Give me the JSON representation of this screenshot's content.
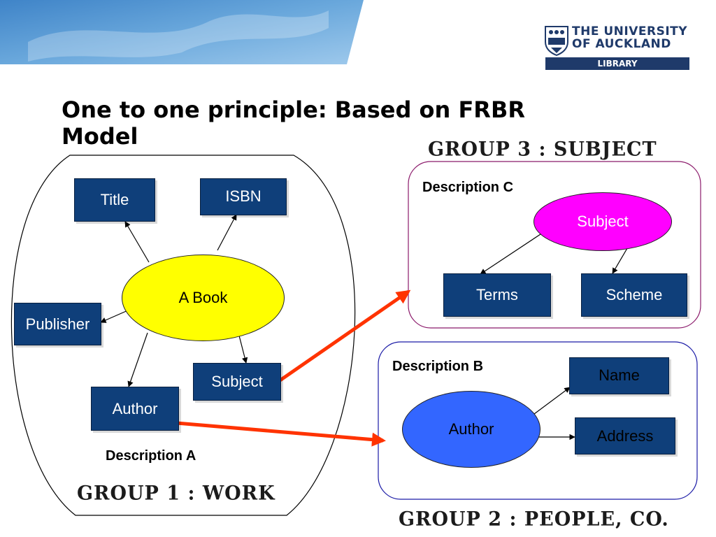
{
  "slide": {
    "title": "One to one principle: Based on FRBR Model"
  },
  "logo": {
    "line1": "THE UNIVERSITY",
    "line2": "OF AUCKLAND",
    "line3": "LIBRARY"
  },
  "groups": {
    "work": "GROUP 1 : WORK",
    "people": "GROUP 2 : PEOPLE, CO.",
    "subject": "GROUP 3 : SUBJECT"
  },
  "descriptions": {
    "a": "Description A",
    "b": "Description B",
    "c": "Description C"
  },
  "nodes": {
    "book": "A Book",
    "title": "Title",
    "isbn": "ISBN",
    "publisher": "Publisher",
    "author_a": "Author",
    "subject_a": "Subject",
    "subject_c": "Subject",
    "terms": "Terms",
    "scheme": "Scheme",
    "author_b": "Author",
    "name": "Name",
    "address": "Address"
  },
  "colors": {
    "box_fill": "#0f3f7a",
    "book_fill": "#ffff00",
    "subject_fill": "#ff00ff",
    "author_fill": "#3366ff",
    "link_arrow": "#ff3300",
    "group3_border": "#8b1a6b",
    "group2_border": "#1a1aa6"
  }
}
